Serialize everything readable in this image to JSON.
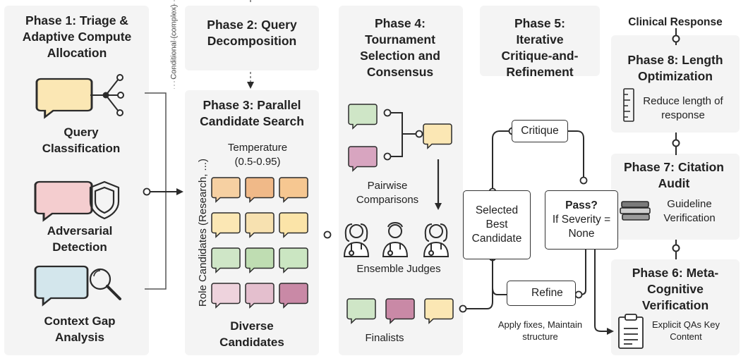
{
  "colors": {
    "bubble_yellow": "#fbe7b4",
    "bubble_pink": "#f4cdcf",
    "bubble_blue": "#d3e6ec",
    "bubble_green": "#cfe6c7",
    "bubble_orange": "#f6d0a2",
    "bubble_magenta": "#c989a6",
    "bubble_lightpink": "#eed3dd",
    "panel": "#f4f4f4",
    "line": "#2b2b2b"
  },
  "phase1": {
    "title": "Phase 1: Triage & Adaptive Compute Allocation",
    "items": [
      {
        "label": "Query Classification",
        "icon": "network-icon"
      },
      {
        "label": "Adversarial Detection",
        "icon": "shield-icon"
      },
      {
        "label": "Context Gap Analysis",
        "icon": "magnifier-icon"
      }
    ]
  },
  "conditional_label": "Conditional (complex)",
  "phase2": {
    "title": "Phase 2: Query Decomposition"
  },
  "phase3": {
    "title": "Phase 3: Parallel Candidate Search",
    "temperature": "Temperature (0.5-0.95)",
    "role_label": "Role Candidates (Research, ...)",
    "footer": "Diverse Candidates"
  },
  "phase4": {
    "title": "Phase 4: Tournament Selection and Consensus",
    "pairwise": "Pairwise Comparisons",
    "judges": "Ensemble Judges",
    "finalists": "Finalists"
  },
  "phase5": {
    "title": "Phase 5: Iterative Critique-and-Refinement",
    "critique": "Critique",
    "selected": "Selected Best Candidate",
    "pass_bold": "Pass?",
    "pass_rest": "If Severity = None",
    "refine": "Refine",
    "fixes": "Apply fixes, Maintain structure"
  },
  "clinical_response": "Clinical Response",
  "phase8": {
    "title": "Phase 8: Length Optimization",
    "desc": "Reduce length of response"
  },
  "phase7": {
    "title": "Phase 7: Citation Audit",
    "desc": "Guideline Verification"
  },
  "phase6": {
    "title": "Phase 6: Meta-Cognitive Verification",
    "desc": "Explicit QAs Key Content"
  }
}
